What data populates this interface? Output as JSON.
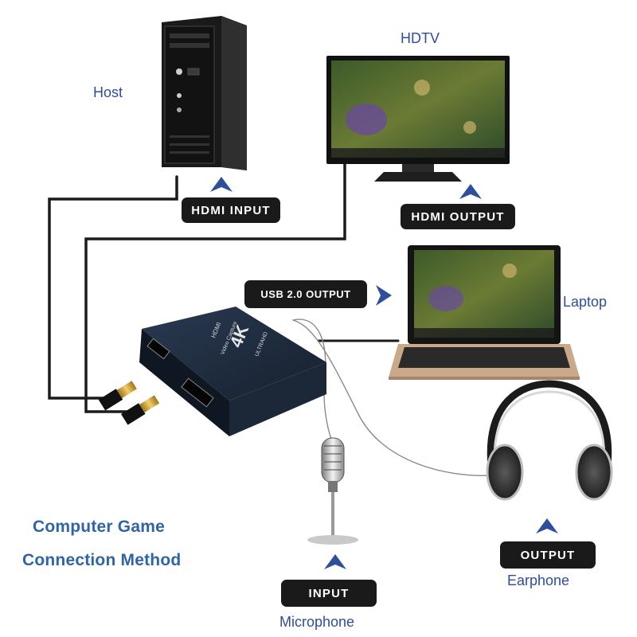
{
  "labels": {
    "host": "Host",
    "hdtv": "HDTV",
    "laptop": "Laptop",
    "earphone": "Earphone",
    "microphone": "Microphone"
  },
  "tags": {
    "hdmi_input": "HDMI  INPUT",
    "hdmi_output": "HDMI  OUTPUT",
    "usb_output": "USB 2.0 OUTPUT",
    "earphone_output": "OUTPUT",
    "mic_input": "INPUT"
  },
  "title": {
    "line1": "Computer Game",
    "line2": "Connection Method"
  },
  "device": {
    "brand": "ULTRAHD",
    "model": "4K",
    "line1": "HDMI",
    "line2": "Video Capture"
  },
  "colors": {
    "label_blue": "#2f4d9a",
    "title_blue": "#2f64a8",
    "arrow_blue": "#2d4f9c",
    "tag_black": "#1a1a1a",
    "device_navy": "#1d2a3d"
  },
  "icons": [
    "desktop-tower-icon",
    "monitor-icon",
    "laptop-icon",
    "capture-card-icon",
    "headphones-icon",
    "microphone-icon",
    "hdmi-plug-icon",
    "arrow-up-icon",
    "arrow-right-icon"
  ]
}
